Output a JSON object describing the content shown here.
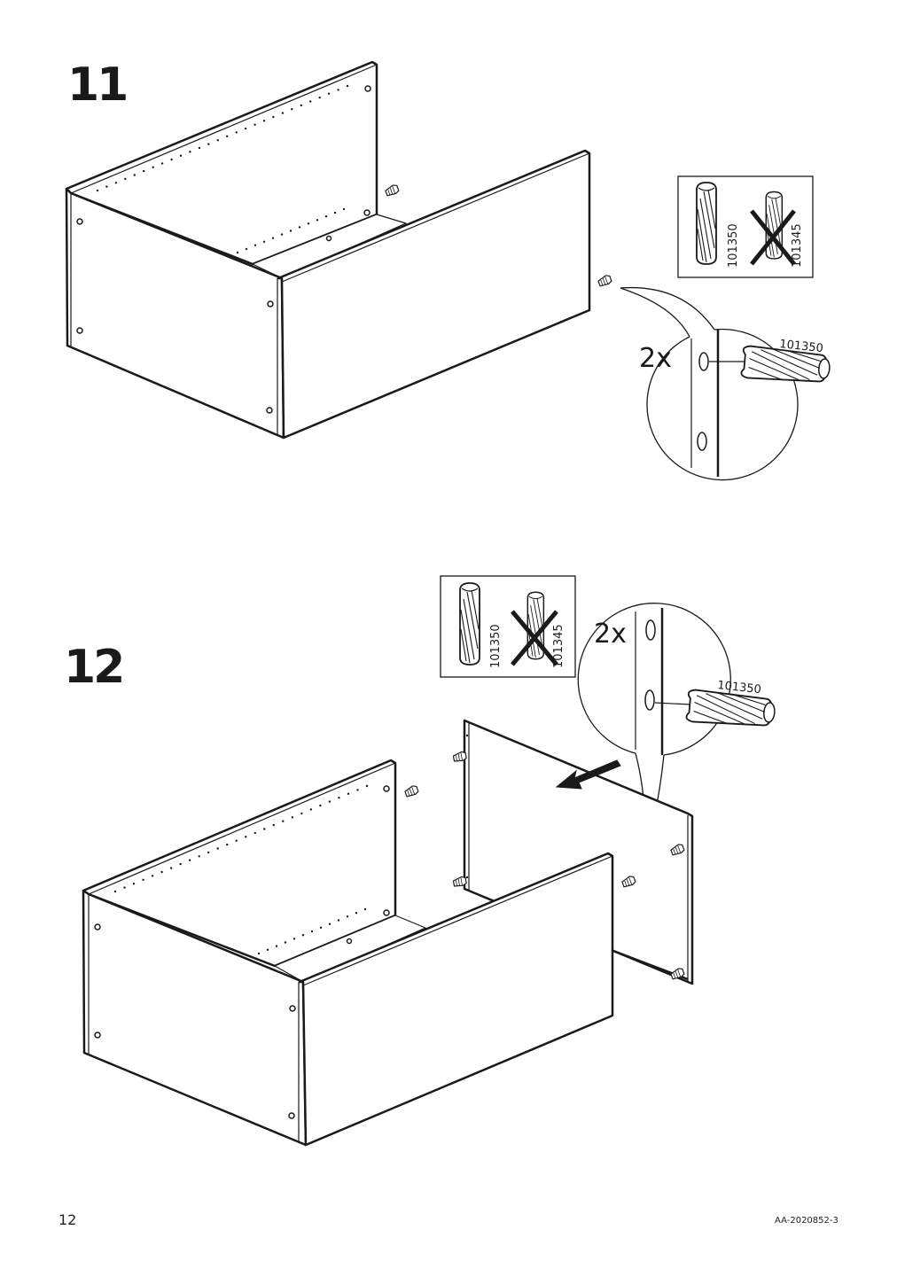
{
  "steps": [
    {
      "number": "11",
      "dowel_box": {
        "correct_part": "101350",
        "wrong_part": "101345"
      },
      "detail": {
        "quantity": "2x",
        "part": "101350"
      }
    },
    {
      "number": "12",
      "dowel_box": {
        "correct_part": "101350",
        "wrong_part": "101345"
      },
      "detail": {
        "quantity": "2x",
        "part": "101350"
      }
    }
  ],
  "footer": {
    "page_number": "12",
    "document_code": "AA-2020852-3"
  },
  "colors": {
    "ink": "#1a1a1a",
    "paper": "#ffffff"
  }
}
